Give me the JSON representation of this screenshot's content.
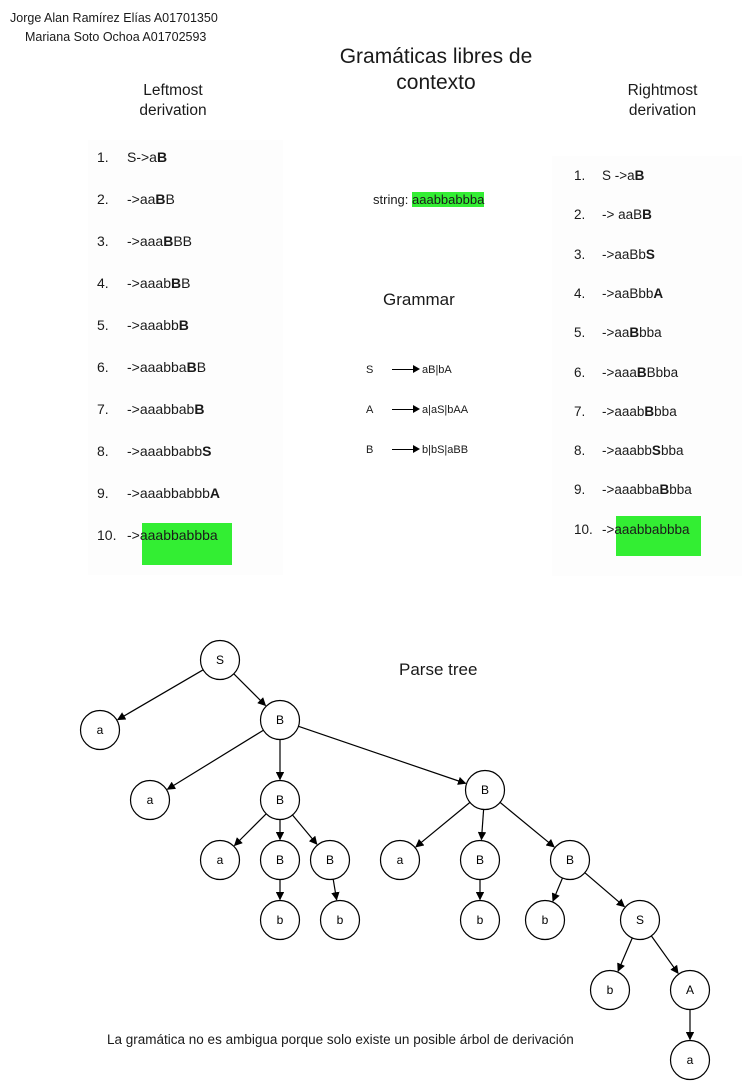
{
  "authors": [
    "Jorge Alan Ramírez Elías A01701350",
    "Mariana Soto Ochoa A01702593"
  ],
  "title": "Gramáticas libres de contexto",
  "leftmost": {
    "heading": "Leftmost derivation",
    "steps": [
      {
        "num": "1.",
        "parts": [
          {
            "t": "S->a",
            "b": false
          },
          {
            "t": "B",
            "b": true
          }
        ]
      },
      {
        "num": "2.",
        "parts": [
          {
            "t": "->aa",
            "b": false
          },
          {
            "t": "B",
            "b": true
          },
          {
            "t": "B",
            "b": false
          }
        ]
      },
      {
        "num": "3.",
        "parts": [
          {
            "t": "->aaa",
            "b": false
          },
          {
            "t": "B",
            "b": true
          },
          {
            "t": "BB",
            "b": false
          }
        ]
      },
      {
        "num": "4.",
        "parts": [
          {
            "t": "->aaab",
            "b": false
          },
          {
            "t": "B",
            "b": true
          },
          {
            "t": "B",
            "b": false
          }
        ]
      },
      {
        "num": "5.",
        "parts": [
          {
            "t": "->aaabb",
            "b": false
          },
          {
            "t": "B",
            "b": true
          }
        ]
      },
      {
        "num": "6.",
        "parts": [
          {
            "t": "->aaabba",
            "b": false
          },
          {
            "t": "B",
            "b": true
          },
          {
            "t": "B",
            "b": false
          }
        ]
      },
      {
        "num": "7.",
        "parts": [
          {
            "t": "->aaabbab",
            "b": false
          },
          {
            "t": "B",
            "b": true
          }
        ]
      },
      {
        "num": "8.",
        "parts": [
          {
            "t": "->aaabbabb",
            "b": false
          },
          {
            "t": "S",
            "b": true
          }
        ]
      },
      {
        "num": "9.",
        "parts": [
          {
            "t": "->aaabbabbb",
            "b": false
          },
          {
            "t": "A",
            "b": true
          }
        ]
      },
      {
        "num": "10.",
        "parts": [
          {
            "t": "->",
            "b": false
          },
          {
            "t": "aaabbabbba",
            "b": false,
            "hl": true
          }
        ]
      }
    ]
  },
  "rightmost": {
    "heading": "Rightmost derivation",
    "steps": [
      {
        "num": "1.",
        "parts": [
          {
            "t": "S ->a",
            "b": false
          },
          {
            "t": "B",
            "b": true
          }
        ]
      },
      {
        "num": "2.",
        "parts": [
          {
            "t": "-> aaB",
            "b": false
          },
          {
            "t": "B",
            "b": true
          }
        ]
      },
      {
        "num": "3.",
        "parts": [
          {
            "t": "->aaBb",
            "b": false
          },
          {
            "t": "S",
            "b": true
          }
        ]
      },
      {
        "num": "4.",
        "parts": [
          {
            "t": "->aaBbb",
            "b": false
          },
          {
            "t": "A",
            "b": true
          }
        ]
      },
      {
        "num": "5.",
        "parts": [
          {
            "t": "->aa",
            "b": false
          },
          {
            "t": "B",
            "b": true
          },
          {
            "t": "bba",
            "b": false
          }
        ]
      },
      {
        "num": "6.",
        "parts": [
          {
            "t": "->aaa",
            "b": false
          },
          {
            "t": "B",
            "b": true
          },
          {
            "t": "Bbba",
            "b": false
          }
        ]
      },
      {
        "num": "7.",
        "parts": [
          {
            "t": "->aaab",
            "b": false
          },
          {
            "t": "B",
            "b": true
          },
          {
            "t": "bba",
            "b": false
          }
        ]
      },
      {
        "num": "8.",
        "parts": [
          {
            "t": "->aaabb",
            "b": false
          },
          {
            "t": "S",
            "b": true
          },
          {
            "t": "bba",
            "b": false
          }
        ]
      },
      {
        "num": "9.",
        "parts": [
          {
            "t": "->aaabba",
            "b": false
          },
          {
            "t": "B",
            "b": true
          },
          {
            "t": "bba",
            "b": false
          }
        ]
      },
      {
        "num": "10.",
        "parts": [
          {
            "t": "->",
            "b": false
          },
          {
            "t": "aaabbabbba",
            "b": false,
            "hl": true
          }
        ]
      }
    ]
  },
  "string": {
    "label": "string: ",
    "value": "aaabbabbba"
  },
  "grammar": {
    "title": "Grammar",
    "rules": [
      {
        "lhs": "S",
        "rhs": "aB|bA"
      },
      {
        "lhs": "A",
        "rhs": "a|aS|bAA"
      },
      {
        "lhs": "B",
        "rhs": "b|bS|aBB"
      }
    ]
  },
  "parse_tree": {
    "title": "Parse tree",
    "nodes": [
      {
        "id": "n0",
        "label": "S"
      },
      {
        "id": "n1",
        "label": "a"
      },
      {
        "id": "n2",
        "label": "B"
      },
      {
        "id": "n3",
        "label": "a"
      },
      {
        "id": "n4",
        "label": "B"
      },
      {
        "id": "n5",
        "label": "B"
      },
      {
        "id": "n6",
        "label": "a"
      },
      {
        "id": "n7",
        "label": "B"
      },
      {
        "id": "n8",
        "label": "B"
      },
      {
        "id": "n9",
        "label": "b"
      },
      {
        "id": "n10",
        "label": "b"
      },
      {
        "id": "n11",
        "label": "a"
      },
      {
        "id": "n12",
        "label": "B"
      },
      {
        "id": "n13",
        "label": "B"
      },
      {
        "id": "n14",
        "label": "b"
      },
      {
        "id": "n15",
        "label": "b"
      },
      {
        "id": "n16",
        "label": "S"
      },
      {
        "id": "n17",
        "label": "b"
      },
      {
        "id": "n18",
        "label": "A"
      },
      {
        "id": "n19",
        "label": "a"
      }
    ],
    "edges": [
      [
        "n0",
        "n1"
      ],
      [
        "n0",
        "n2"
      ],
      [
        "n2",
        "n3"
      ],
      [
        "n2",
        "n4"
      ],
      [
        "n2",
        "n5"
      ],
      [
        "n4",
        "n6"
      ],
      [
        "n4",
        "n7"
      ],
      [
        "n4",
        "n8"
      ],
      [
        "n7",
        "n9"
      ],
      [
        "n8",
        "n10"
      ],
      [
        "n5",
        "n11"
      ],
      [
        "n5",
        "n12"
      ],
      [
        "n5",
        "n13"
      ],
      [
        "n12",
        "n14"
      ],
      [
        "n13",
        "n15"
      ],
      [
        "n13",
        "n16"
      ],
      [
        "n16",
        "n17"
      ],
      [
        "n16",
        "n18"
      ],
      [
        "n18",
        "n19"
      ]
    ]
  },
  "conclusion": "La gramática no es ambigua porque  solo existe un posible árbol de derivación",
  "colors": {
    "highlight": "#33ee33",
    "line": "#000000"
  }
}
